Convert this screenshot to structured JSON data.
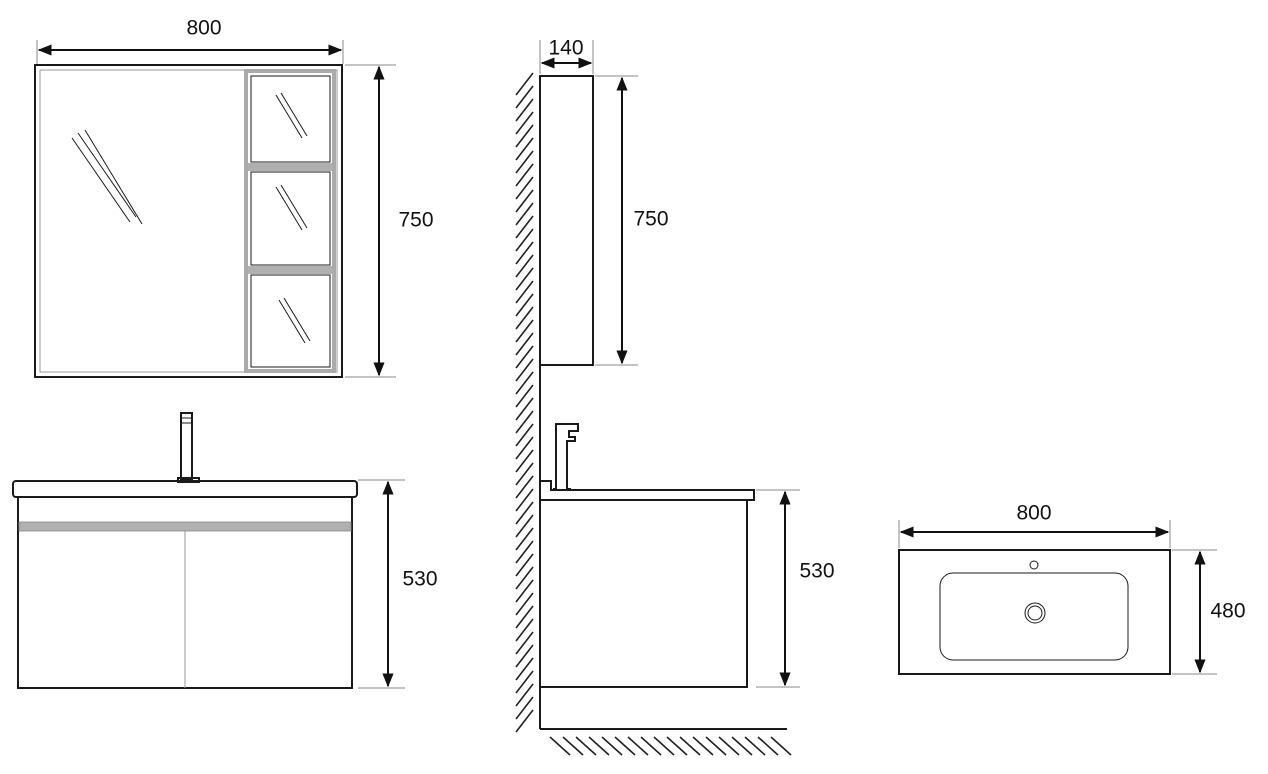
{
  "mirror_front": {
    "width_label": "800",
    "height_label": "750"
  },
  "mirror_side": {
    "depth_label": "140",
    "height_label": "750"
  },
  "vanity_front": {
    "height_label": "530"
  },
  "vanity_side": {
    "height_label": "530"
  },
  "basin_top": {
    "width_label": "800",
    "depth_label": "480"
  },
  "colors": {
    "line": "#1a1a1a",
    "accent_band": "#b0b0b0",
    "background": "#ffffff"
  }
}
